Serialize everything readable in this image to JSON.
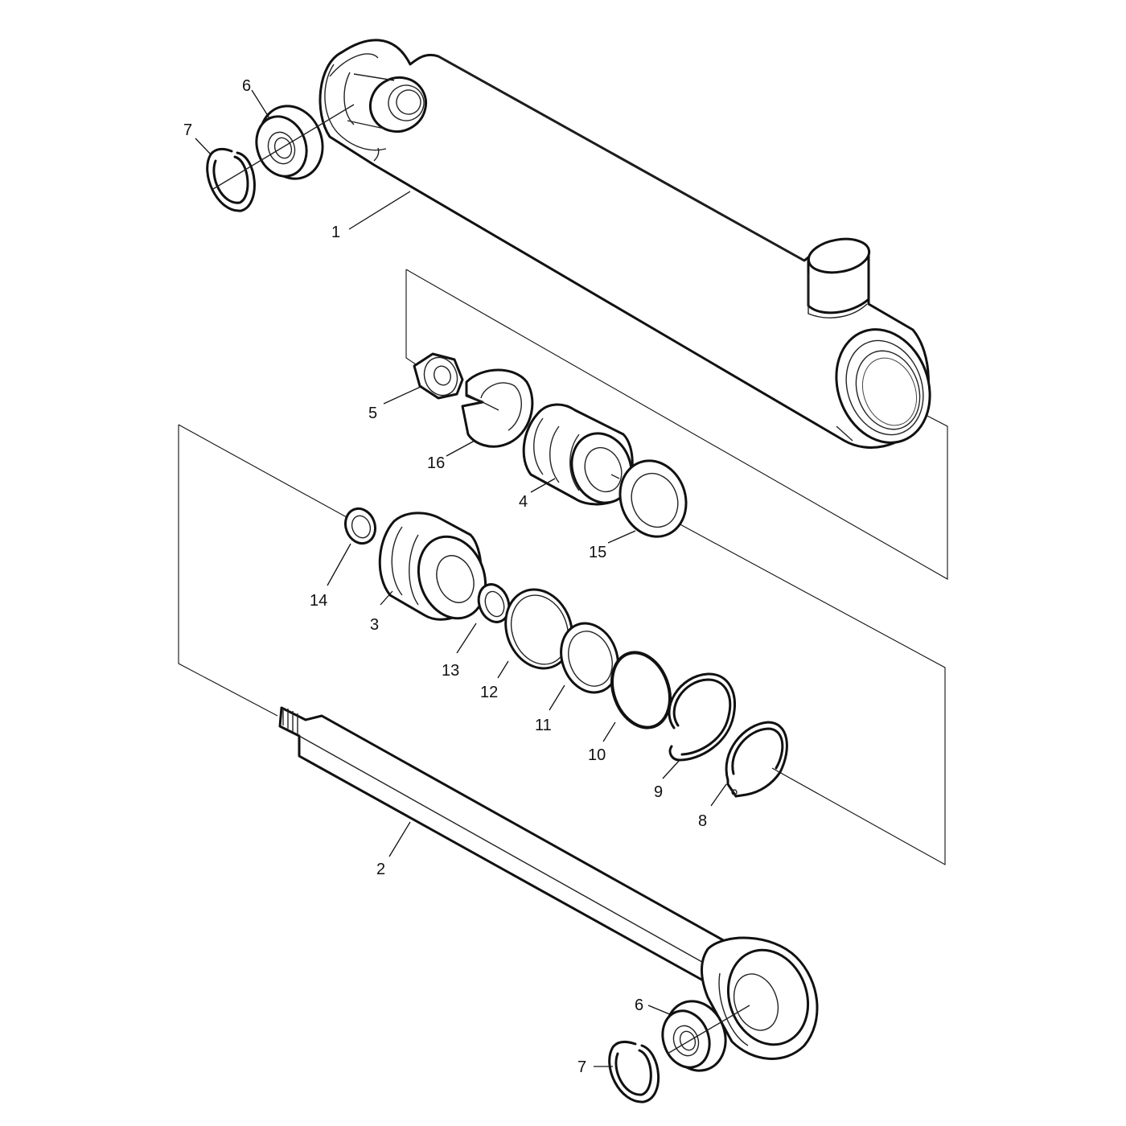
{
  "callouts": {
    "c1": "1",
    "c2": "2",
    "c3": "3",
    "c4": "4",
    "c5": "5",
    "c6_top": "6",
    "c6_bottom": "6",
    "c7_top": "7",
    "c7_bottom": "7",
    "c8": "8",
    "c9": "9",
    "c10": "10",
    "c11": "11",
    "c12": "12",
    "c13": "13",
    "c14": "14",
    "c15": "15",
    "c16": "16"
  },
  "colors": {
    "line": "#111111",
    "background": "#ffffff"
  }
}
